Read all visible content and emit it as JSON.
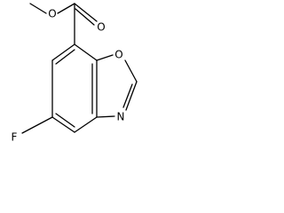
{
  "molecule": {
    "atoms": {
      "o_methoxy": "O",
      "o_carbonyl": "O",
      "o_ring": "O",
      "n_ring": "N",
      "fluorine": "F"
    }
  }
}
